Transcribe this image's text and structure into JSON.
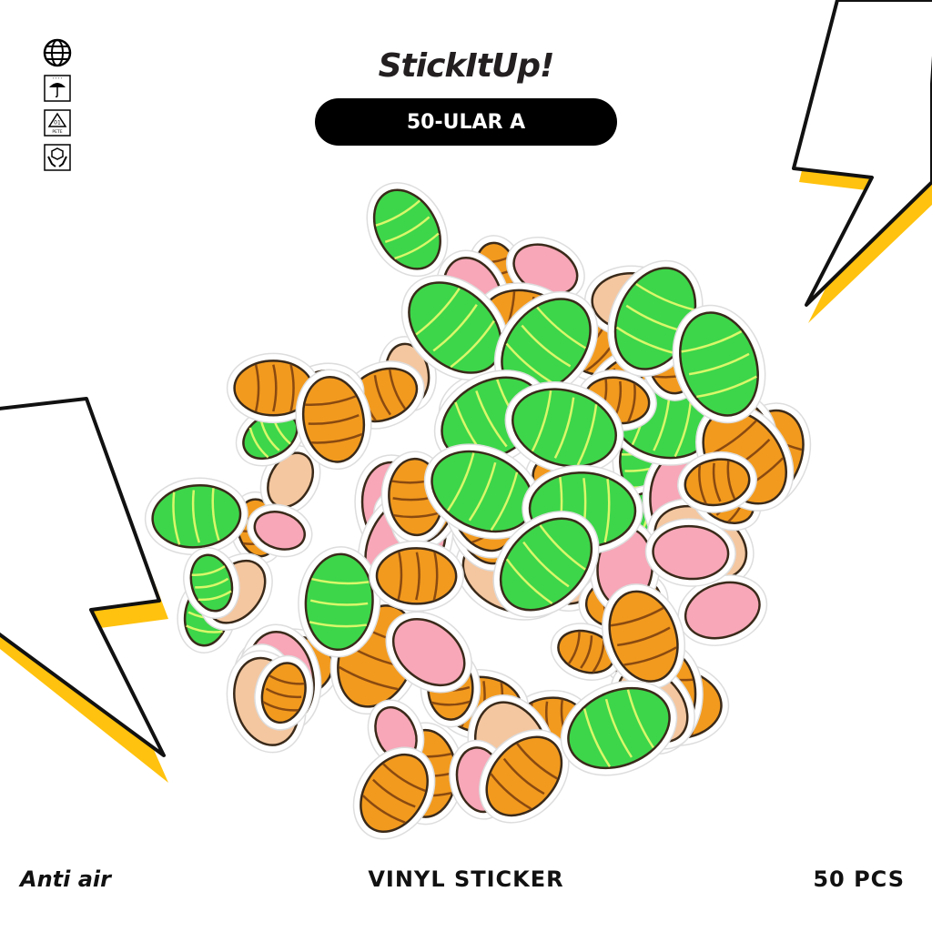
{
  "brand": {
    "logo": "StickItUp!"
  },
  "product": {
    "code_label": "50-ULAR A"
  },
  "icons": [
    "globe-icon",
    "keep-dry-umbrella-icon",
    "pete-01-recycle-icon",
    "handle-with-care-icon"
  ],
  "icon_text": {
    "recycle_number": "01",
    "recycle_material": "PETE"
  },
  "footer": {
    "left": "Anti air",
    "center": "VINYL STICKER",
    "right": "50 PCS"
  },
  "colors": {
    "accent_yellow": "#ffc20e",
    "snake_green": "#3dd64a",
    "snake_orange": "#f29a1e",
    "pink": "#f7a7b8",
    "black": "#000000"
  }
}
